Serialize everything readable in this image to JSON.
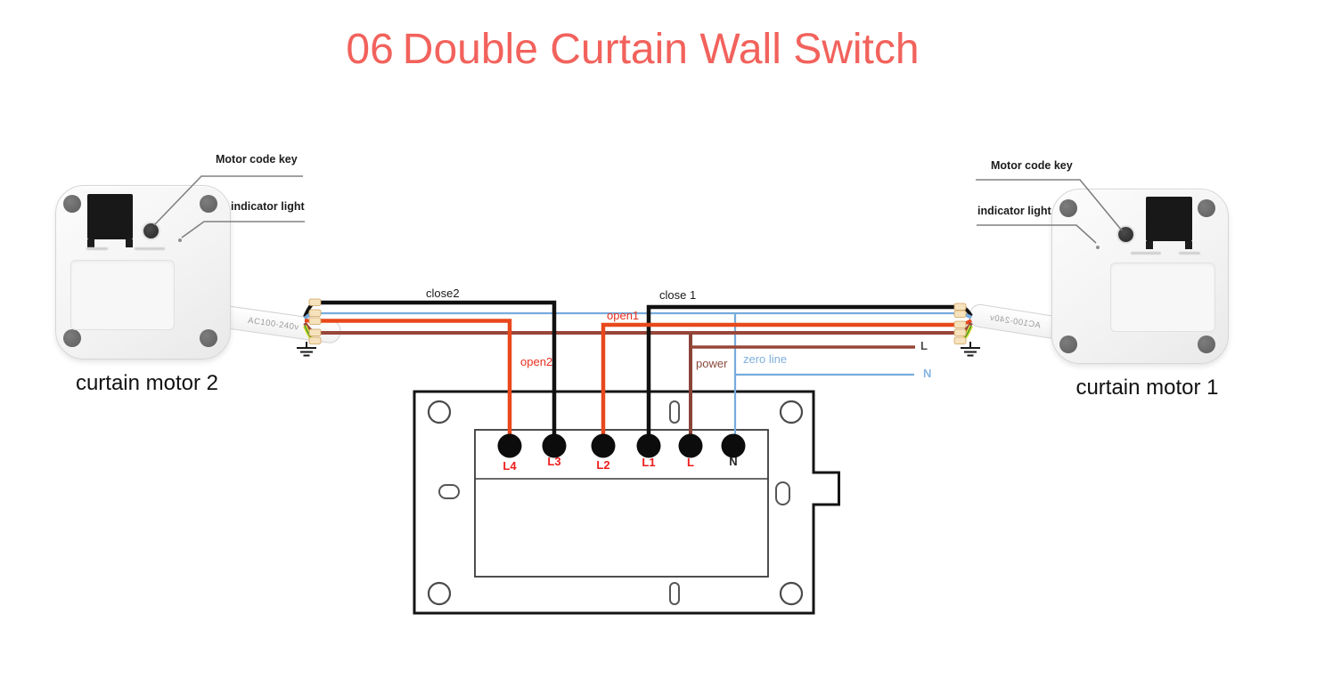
{
  "title": {
    "number": "06",
    "text": "Double Curtain Wall Switch"
  },
  "motor_left": {
    "caption": "curtain motor 2",
    "code_key_label": "Motor code key",
    "indicator_label": "indicator light",
    "cable_label": "AC100-240v"
  },
  "motor_right": {
    "caption": "curtain motor 1",
    "code_key_label": "Motor code key",
    "indicator_label": "indicator light",
    "cable_label": "AC100-240v"
  },
  "wire_labels": {
    "close2": "close2",
    "close1": "close 1",
    "open1": "open1",
    "open2": "open2",
    "power": "power",
    "zero_line": "zero line",
    "live": "L",
    "neutral": "N"
  },
  "switch": {
    "terminals": [
      "L4",
      "L3",
      "L2",
      "L1",
      "L",
      "N"
    ]
  },
  "colors": {
    "title": "#f2625c",
    "wire_black": "#111111",
    "wire_orange": "#e8481c",
    "wire_brown": "#97463a",
    "wire_blue": "#76abdc",
    "ground_yellow": "#e6e23a",
    "ground_green": "#55a02e",
    "terminal_label_red": "#ee1c1c",
    "label_live": "#4a4a4a",
    "label_neutral": "#85b6e2"
  }
}
